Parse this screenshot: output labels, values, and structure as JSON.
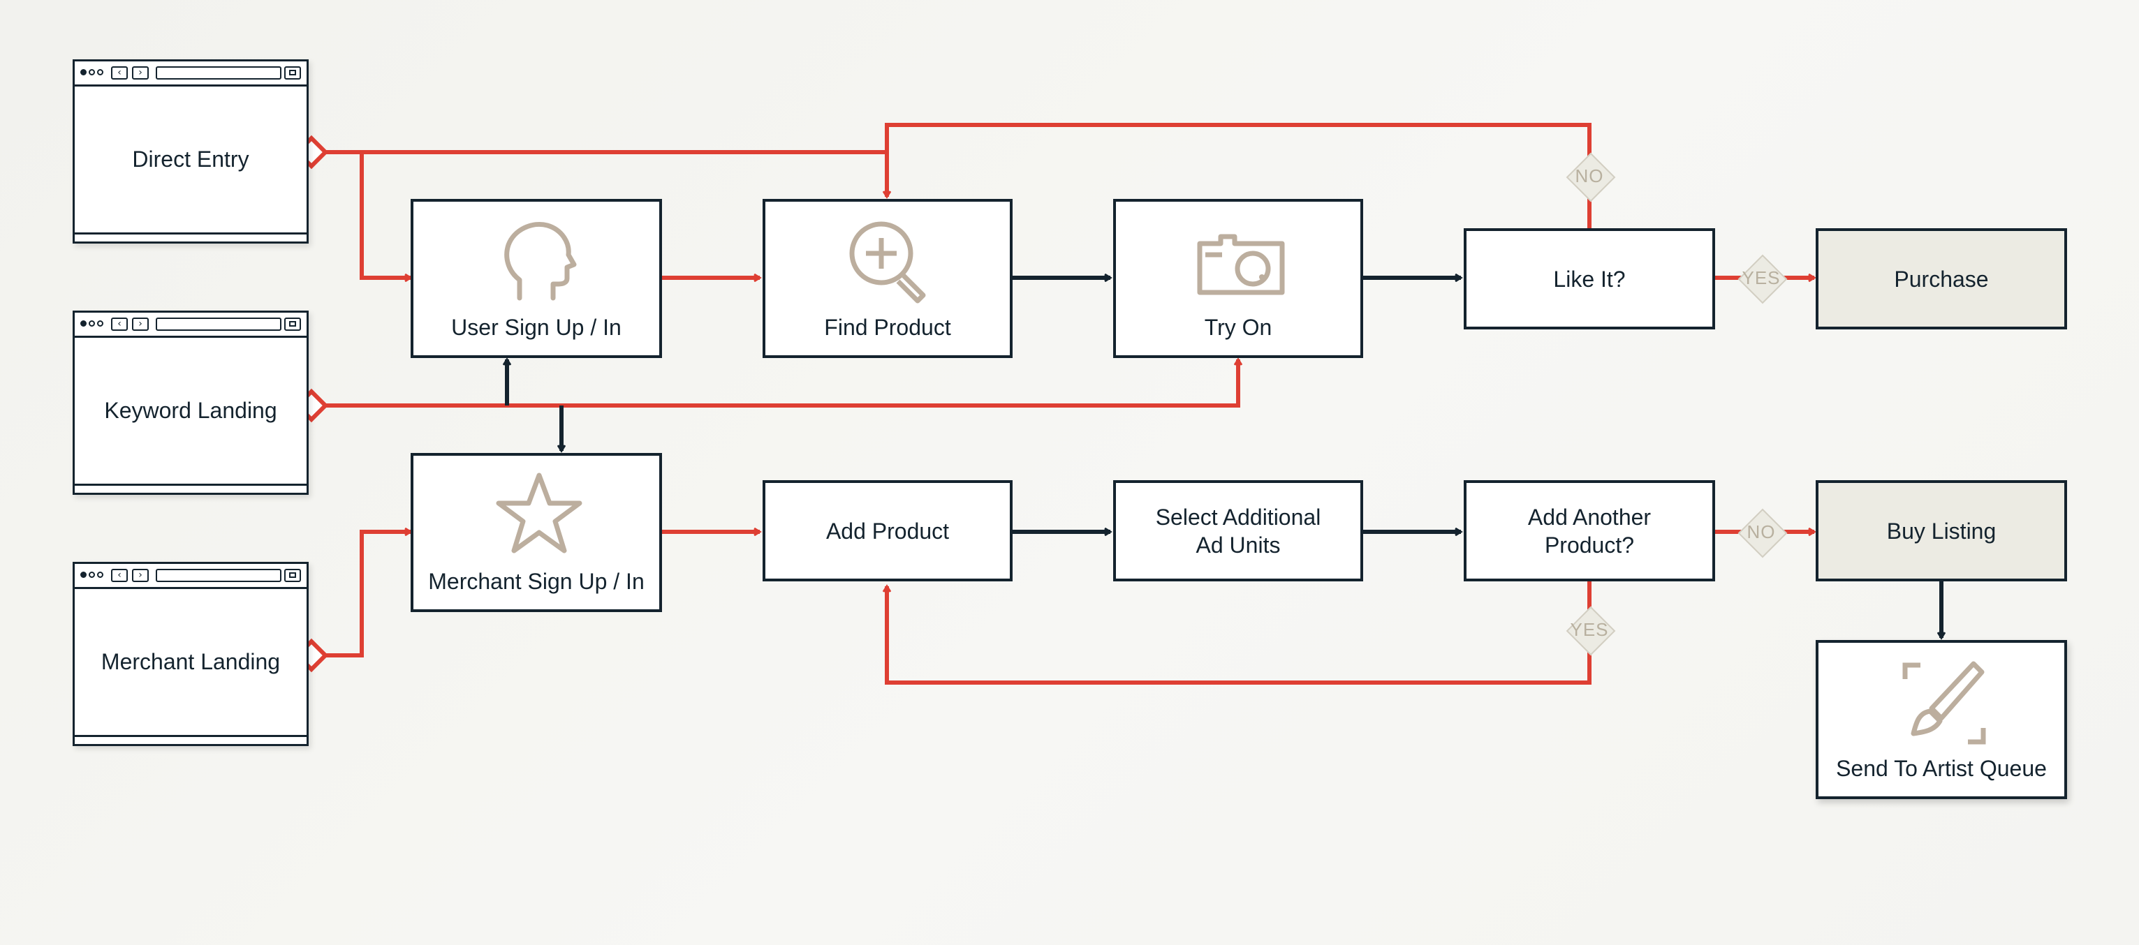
{
  "colors": {
    "dark": "#14232e",
    "accent_red": "#de3f33",
    "icon_tan": "#bcae9e",
    "shaded_box": "#ecebe3"
  },
  "entries": [
    {
      "label": "Direct Entry"
    },
    {
      "label": "Keyword Landing"
    },
    {
      "label": "Merchant Landing"
    }
  ],
  "nodes": {
    "user_signup": {
      "label": "User Sign Up / In",
      "icon": "head-profile-icon"
    },
    "find_product": {
      "label": "Find Product",
      "icon": "zoom-in-magnifier-icon"
    },
    "try_on": {
      "label": "Try On",
      "icon": "camera-icon"
    },
    "like_it": {
      "label": "Like It?"
    },
    "purchase": {
      "label": "Purchase"
    },
    "merchant_signup": {
      "label": "Merchant Sign Up / In",
      "icon": "star-icon"
    },
    "add_product": {
      "label": "Add Product"
    },
    "select_ad_units": {
      "label": "Select Additional\nAd Units"
    },
    "add_another": {
      "label": "Add Another\nProduct?"
    },
    "buy_listing": {
      "label": "Buy Listing"
    },
    "artist_queue": {
      "label": "Send To Artist Queue",
      "icon": "paintbrush-icon"
    }
  },
  "decisions": {
    "like_no": "NO",
    "like_yes": "YES",
    "another_no": "NO",
    "another_yes": "YES"
  }
}
